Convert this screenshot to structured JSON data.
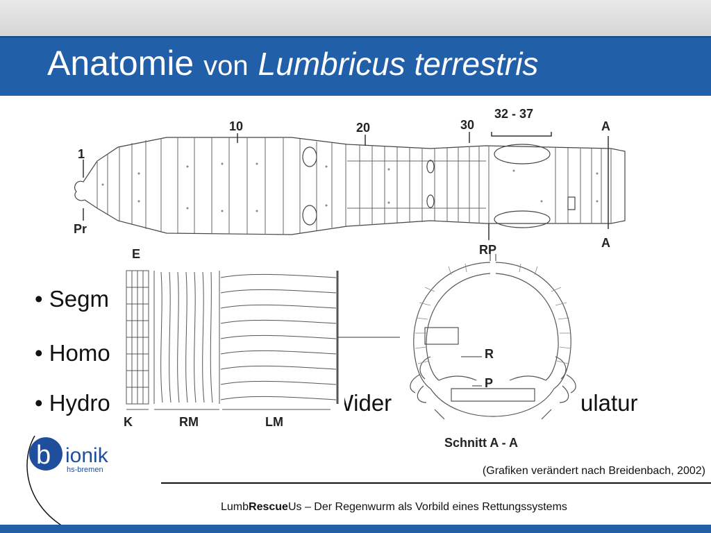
{
  "slide": {
    "title_main": "Anatomie",
    "title_von": "von",
    "title_species": "Lumbricus terrestris"
  },
  "bullets": [
    {
      "visible": "• Segm"
    },
    {
      "visible": "• Homo"
    },
    {
      "visible": "• Hydro"
    }
  ],
  "bullet_fragments": {
    "wider": "Wider",
    "ulatur": "ulatur"
  },
  "figure_labels": {
    "segment_1": "1",
    "segment_10": "10",
    "segment_20": "20",
    "segment_30": "30",
    "segment_range": "32 - 37",
    "section_a_top": "A",
    "section_a_bottom": "A",
    "prostomium": "Pr",
    "epidermis": "E",
    "cuticle": "K",
    "ring_muscle": "RM",
    "longitudinal_muscle": "LM",
    "rp": "RP",
    "r": "R",
    "p": "P",
    "cross_section_caption": "Schnitt A - A"
  },
  "logo": {
    "letter": "b",
    "word": "ionik",
    "sub": "hs-bremen"
  },
  "credit": "(Grafiken verändert nach Breidenbach, 2002)",
  "footer": {
    "prefix": "Lumb",
    "bold": "Rescue",
    "suffix": "Us – Der Regenwurm als Vorbild eines Rettungssystems"
  },
  "colors": {
    "title_bar": "#215fa8",
    "logo_blue": "#1f4e9c"
  }
}
